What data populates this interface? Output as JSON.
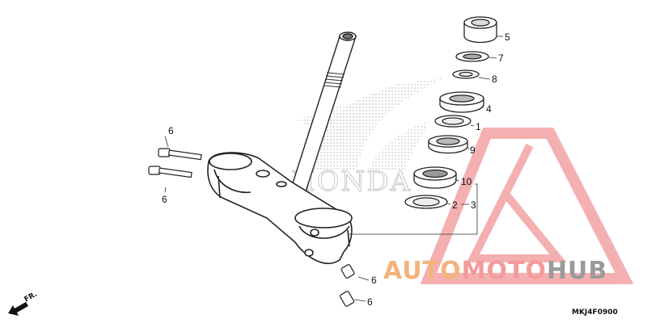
{
  "callouts": {
    "p1": "1",
    "p2": "2",
    "p3": "3",
    "p4": "4",
    "p5": "5",
    "p6a": "6",
    "p6b": "6",
    "p6c": "6",
    "p6d": "6",
    "p7": "7",
    "p8": "8",
    "p9": "9",
    "p10": "10"
  },
  "direction_label": "FR.",
  "diagram_code": "MKJ4F0900",
  "background_logo": {
    "text": "HONDA",
    "color": "#d5d5d5"
  },
  "watermark": {
    "part1": "AUTO",
    "part2": "MOTO",
    "part3": "HUB",
    "color1": "#f3b37b",
    "color2": "#f59a9a",
    "color3": "#9a9a9a"
  }
}
